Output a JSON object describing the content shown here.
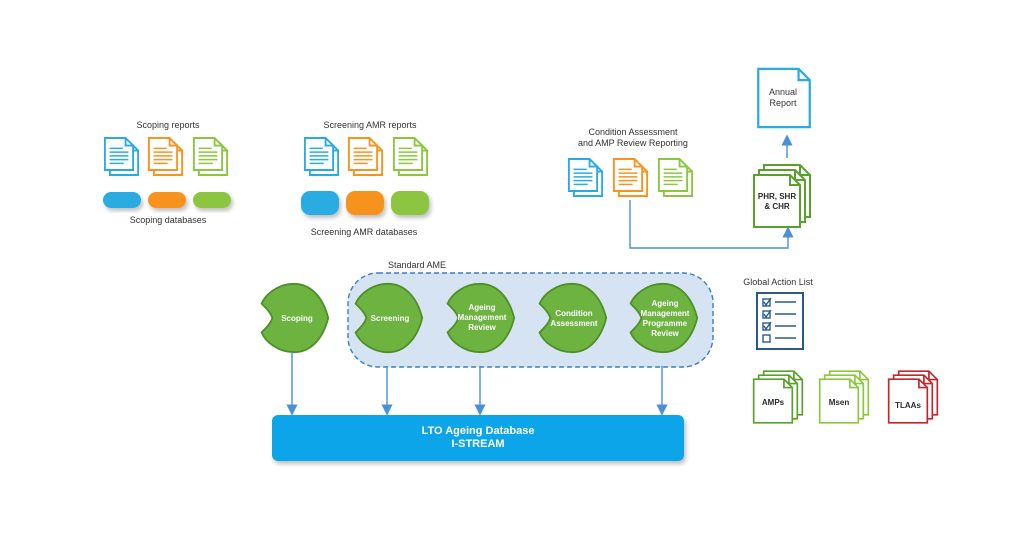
{
  "colors": {
    "blue": "#29abe2",
    "orange": "#f7931e",
    "green": "#8cc63f",
    "dark_green": "#5aa02c",
    "red": "#c1272d",
    "db_blue": "#0ea5e9",
    "ame_fill": "#d6e3f3",
    "ame_border": "#3a7fc1",
    "arrow": "#4a90d9"
  },
  "scoping_reports": {
    "title": "Scoping reports",
    "databases_label": "Scoping databases"
  },
  "screening_reports": {
    "title": "Screening AMR reports",
    "databases_label": "Screening AMR  databases"
  },
  "condition_reporting": {
    "title_line1": "Condition Assessment",
    "title_line2": "and AMP Review Reporting"
  },
  "annual_report": {
    "line1": "Annual",
    "line2": "Report"
  },
  "phr_stack": {
    "line1": "PHR, SHR",
    "line2": "& CHR"
  },
  "standard_ame": {
    "label": "Standard AME"
  },
  "steps": {
    "scoping": [
      "Scoping"
    ],
    "screening": [
      "Screening"
    ],
    "ageing_review": [
      "Ageing",
      "Management",
      "Review"
    ],
    "condition": [
      "Condition",
      "Assessment"
    ],
    "programme_review": [
      "Ageing",
      "Management",
      "Programme",
      "Review"
    ]
  },
  "database": {
    "line1": "LTO Ageing Database",
    "line2": "I-STREAM"
  },
  "global_action_list": {
    "title": "Global Action List"
  },
  "outputs": {
    "amps": "AMPs",
    "msen": "Msen",
    "tlaas": "TLAAs"
  },
  "icons": [
    "document-stack-icon",
    "database-icon",
    "checklist-icon",
    "process-step-icon",
    "arrow-icon"
  ]
}
